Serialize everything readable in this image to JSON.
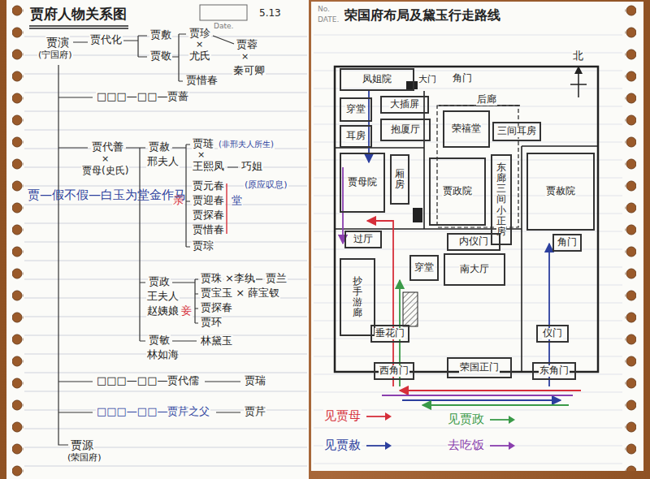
{
  "diagram": {
    "nodes": [
      {
        "text": [
          "贾府人物关系图"
        ]
      },
      {
        "text": [
          "荣国府布局及黛玉行走路线"
        ]
      },
      {
        "text": [
          "凤姐院"
        ],
        "in": 1
      },
      {
        "text": [
          "穿堂"
        ],
        "in": 1
      },
      {
        "text": [
          "大插屏"
        ],
        "in": 1
      },
      {
        "text": [
          "抱厦厅"
        ],
        "in": 1
      },
      {
        "text": [
          "耳房"
        ],
        "in": 1
      },
      {
        "text": [
          "荣禧堂"
        ],
        "in": 1
      },
      {
        "text": [
          "三间耳房"
        ],
        "in": 1
      },
      {
        "text": [
          "贾母院"
        ],
        "in": 1
      },
      {
        "text": [
          "厢房"
        ],
        "in": 1
      },
      {
        "text": [
          "贾政院"
        ],
        "in": 1
      },
      {
        "text": [
          "东廊三间小正房"
        ],
        "in": 1
      },
      {
        "text": [
          "贾赦院"
        ],
        "in": 1
      },
      {
        "text": [
          "过厅"
        ],
        "in": 1
      },
      {
        "text": [
          "内仪门"
        ],
        "in": 1
      },
      {
        "text": [
          "穿堂"
        ],
        "in": 1
      },
      {
        "text": [
          "南大厅"
        ],
        "in": 1
      },
      {
        "text": [
          "抄手游廊"
        ],
        "in": 1
      },
      {
        "text": [
          "角门"
        ],
        "in": 1
      },
      {
        "text": [
          "垂花门"
        ],
        "in": 1
      },
      {
        "text": [
          "仪门"
        ],
        "in": 1
      },
      {
        "text": [
          "西角门"
        ],
        "in": 1
      },
      {
        "text": [
          "荣国正门"
        ],
        "in": 1
      },
      {
        "text": [
          "东角门"
        ],
        "in": 1
      }
    ],
    "labels": [
      "Date.",
      "5.13",
      "贾演",
      "(宁国府)",
      "贾代化",
      "贾敷",
      "贾敬",
      "贾珍",
      "×",
      "尤氏",
      "贾蓉",
      "×",
      "秦可卿",
      "贾惜春",
      "□□□—□□—贾蔷",
      "贾代善",
      "×",
      "贾母(史氏)",
      "贾赦",
      "邢夫人",
      "贾琏",
      "(非邢夫人所生)",
      "×",
      "王熙凤",
      "巧姐",
      "贾元春",
      "贾迎春",
      "贾探春",
      "贾惜春",
      "亲",
      "堂",
      "(原应叹息)",
      "贾琮",
      "贾政",
      "王夫人",
      "赵姨娘",
      "妾",
      "贾珠",
      "×李纨",
      "贾兰",
      "贾宝玉 × 薛宝钗",
      "贾探春",
      "贾环",
      "贾敏",
      "林如海",
      "林黛玉",
      "□□□—□□—贾代儒",
      "贾瑞",
      "□□□—□□—贾芹之父",
      "贾芹",
      "贾源",
      "(荣国府)",
      "贾—假不假—白玉为堂金作马",
      "No.",
      "DATE.",
      "大门",
      "角门",
      "后廊",
      "北"
    ],
    "legend": [
      {
        "text": "见贾母",
        "color": "#d62f3a"
      },
      {
        "text": "见贾赦",
        "color": "#2c3f9e"
      },
      {
        "text": "见贾政",
        "color": "#3a9a48"
      },
      {
        "text": "去吃饭",
        "color": "#8a3fae"
      }
    ]
  }
}
